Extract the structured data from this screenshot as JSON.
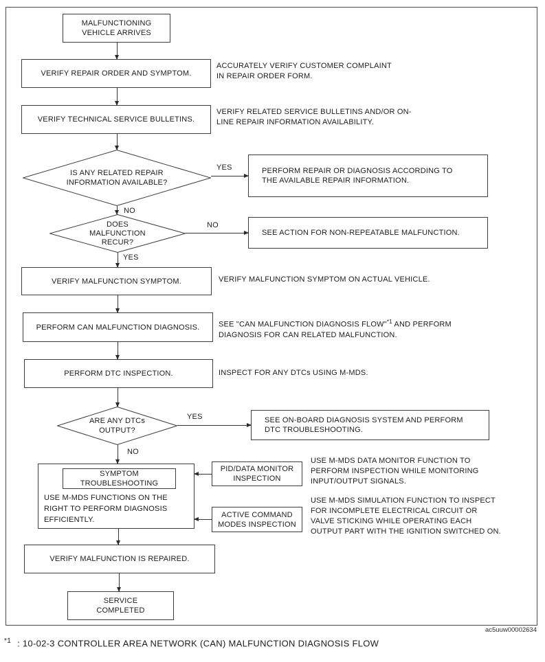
{
  "nodes": {
    "start": "MALFUNCTIONING\nVEHICLE ARRIVES",
    "verify_repair_order": "VERIFY REPAIR ORDER AND SYMPTOM.",
    "verify_tsb": "VERIFY TECHNICAL SERVICE BULLETINS.",
    "repair_info_decision": "IS ANY RELATED REPAIR\nINFORMATION AVAILABLE?",
    "recur_decision": "DOES\nMALFUNCTION\nRECUR?",
    "verify_symptom": "VERIFY MALFUNCTION SYMPTOM.",
    "can_diagnosis": "PERFORM CAN MALFUNCTION DIAGNOSIS.",
    "dtc_inspection": "PERFORM DTC INSPECTION.",
    "dtcs_decision": "ARE ANY DTCs\nOUTPUT?",
    "symptom_title": "SYMPTOM\nTROUBLESHOOTING",
    "symptom_body": "USE M-MDS FUNCTIONS ON THE\nRIGHT TO PERFORM DIAGNOSIS\nEFFICIENTLY.",
    "verify_repaired": "VERIFY MALFUNCTION IS REPAIRED.",
    "end": "SERVICE\nCOMPLETED",
    "perform_repair": "PERFORM REPAIR OR DIAGNOSIS ACCORDING TO\nTHE AVAILABLE REPAIR INFORMATION.",
    "non_repeatable": "SEE ACTION FOR NON-REPEATABLE MALFUNCTION.",
    "onboard_diagnosis": "SEE ON-BOARD DIAGNOSIS SYSTEM AND PERFORM\nDTC TROUBLESHOOTING.",
    "pid_monitor": "PID/DATA MONITOR\nINSPECTION",
    "active_command": "ACTIVE COMMAND\nMODES INSPECTION"
  },
  "notes": {
    "repair_order": "ACCURATELY VERIFY CUSTOMER COMPLAINT\nIN REPAIR ORDER FORM.",
    "tsb": "VERIFY RELATED SERVICE BULLETINS AND/OR ON-\nLINE REPAIR INFORMATION AVAILABILITY.",
    "verify_symptom": "VERIFY MALFUNCTION SYMPTOM ON ACTUAL VEHICLE.",
    "can_pre": "SEE \"CAN MALFUNCTION DIAGNOSIS FLOW\"",
    "can_sup": "*1",
    "can_post": " AND PERFORM\nDIAGNOSIS FOR CAN RELATED MALFUNCTION.",
    "dtc": "INSPECT FOR ANY DTCs USING M-MDS.",
    "pid": "USE M-MDS DATA MONITOR FUNCTION TO\nPERFORM INSPECTION WHILE MONITORING\nINPUT/OUTPUT SIGNALS.",
    "active": "USE M-MDS SIMULATION FUNCTION TO INSPECT\nFOR INCOMPLETE ELECTRICAL CIRCUIT OR\nVALVE STICKING WHILE OPERATING EACH\nOUTPUT PART WITH THE IGNITION SWITCHED ON."
  },
  "labels": {
    "yes": "YES",
    "no": "NO"
  },
  "footer": {
    "sup": "*1",
    "text": ": 10-02-3 CONTROLLER AREA NETWORK (CAN) MALFUNCTION DIAGNOSIS FLOW",
    "watermark": "ac5uuw00002634"
  }
}
